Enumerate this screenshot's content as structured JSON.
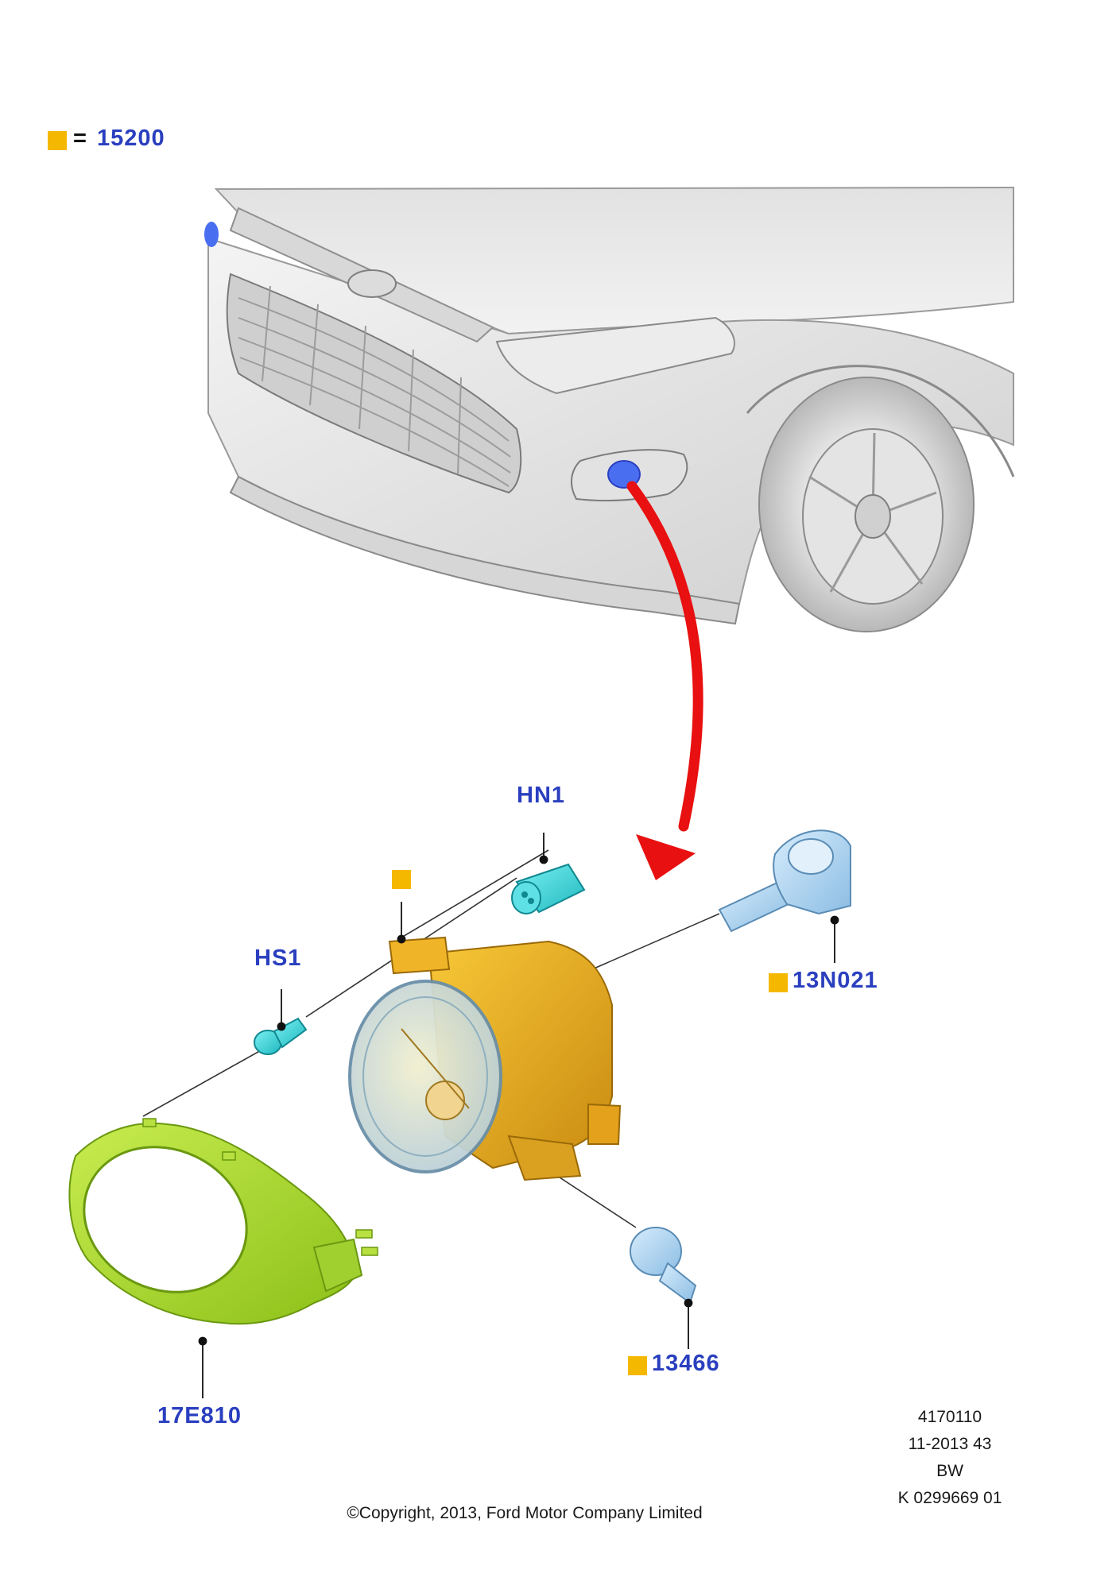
{
  "legend": {
    "equals": "=",
    "code": "15200",
    "color": "#f5b800"
  },
  "callouts": {
    "hn1": "HN1",
    "hs1": "HS1",
    "bulb_h": "13N021",
    "bulb_small": "13466",
    "bezel": "17E810"
  },
  "drawing_info": {
    "line1": "4170110",
    "line2": "11-2013 43",
    "line3": "BW",
    "line4": "K 0299669 01"
  },
  "copyright": "©Copyright, 2013, Ford Motor Company Limited",
  "colors": {
    "callout_text": "#2a3fbf",
    "marker": "#f5b800",
    "arrow": "#e81010",
    "fog_lamp": "#e8b020",
    "bezel": "#a8d830",
    "fastener": "#40d8d8",
    "bulb": "#a8d0f0"
  }
}
